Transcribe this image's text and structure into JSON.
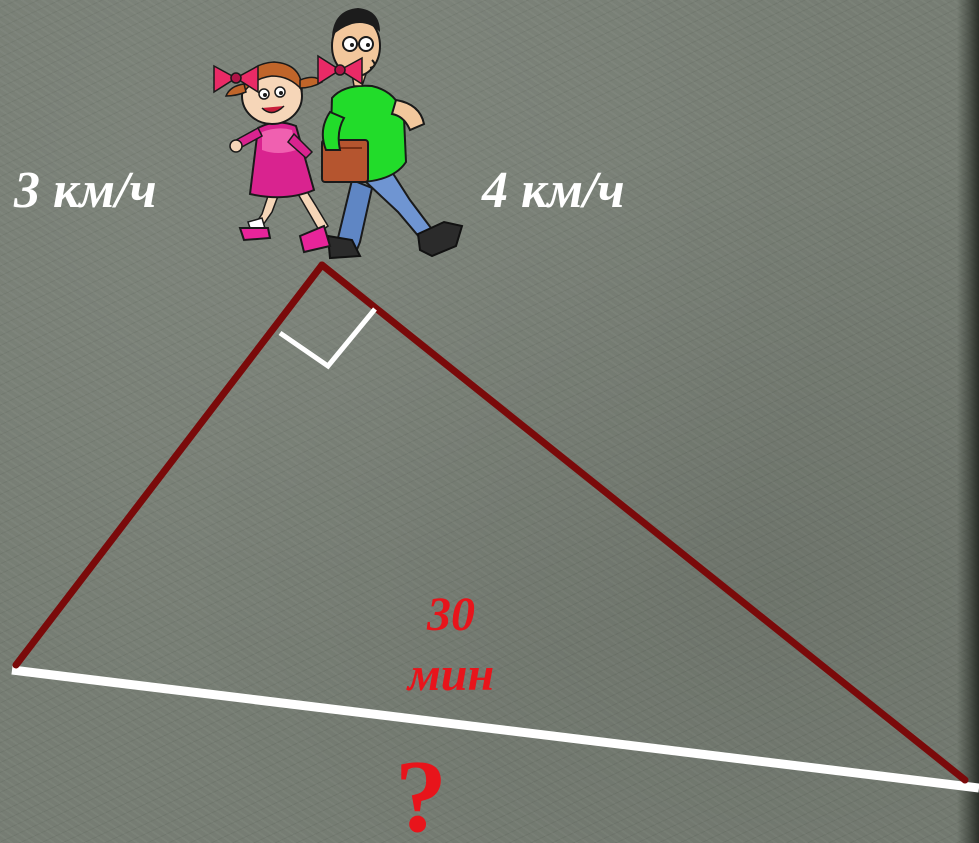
{
  "labels": {
    "speed_girl": "3 км/ч",
    "speed_boy": "4 км/ч",
    "time_value": "30",
    "time_unit": "мин",
    "unknown": "?"
  },
  "figure": {
    "shape": "right-triangle",
    "right_angle_marker": true,
    "legs_color": "#7a0a0a",
    "hypotenuse_color": "#ffffff",
    "text_accent_color": "#e8141b",
    "background_color": "#757c72"
  },
  "characters": [
    "girl-walking",
    "boy-walking"
  ]
}
